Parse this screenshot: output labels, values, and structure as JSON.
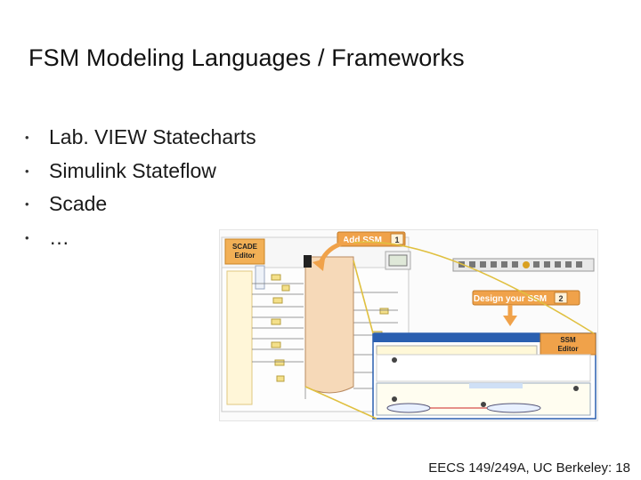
{
  "slide": {
    "title": "FSM Modeling Languages / Frameworks",
    "bullets": [
      "Lab. VIEW Statecharts",
      "Simulink Stateflow",
      "Scade",
      "…"
    ],
    "bullet_glyph": "•",
    "footer": "EECS 149/249A, UC Berkeley: 18"
  },
  "figure": {
    "scade_editor_label": "SCADE Editor",
    "add_ssm_label": "Add SSM",
    "add_ssm_step": "1",
    "design_ssm_label": "Design your SSM",
    "design_ssm_step": "2",
    "ssm_editor_label": "SSM Editor",
    "colors": {
      "callout_orange": "#f0a24a",
      "ssm_window_blue": "#2a5fb0",
      "arrow_yellow": "#e0c040",
      "scade_beige": "#f6d9b8"
    }
  }
}
